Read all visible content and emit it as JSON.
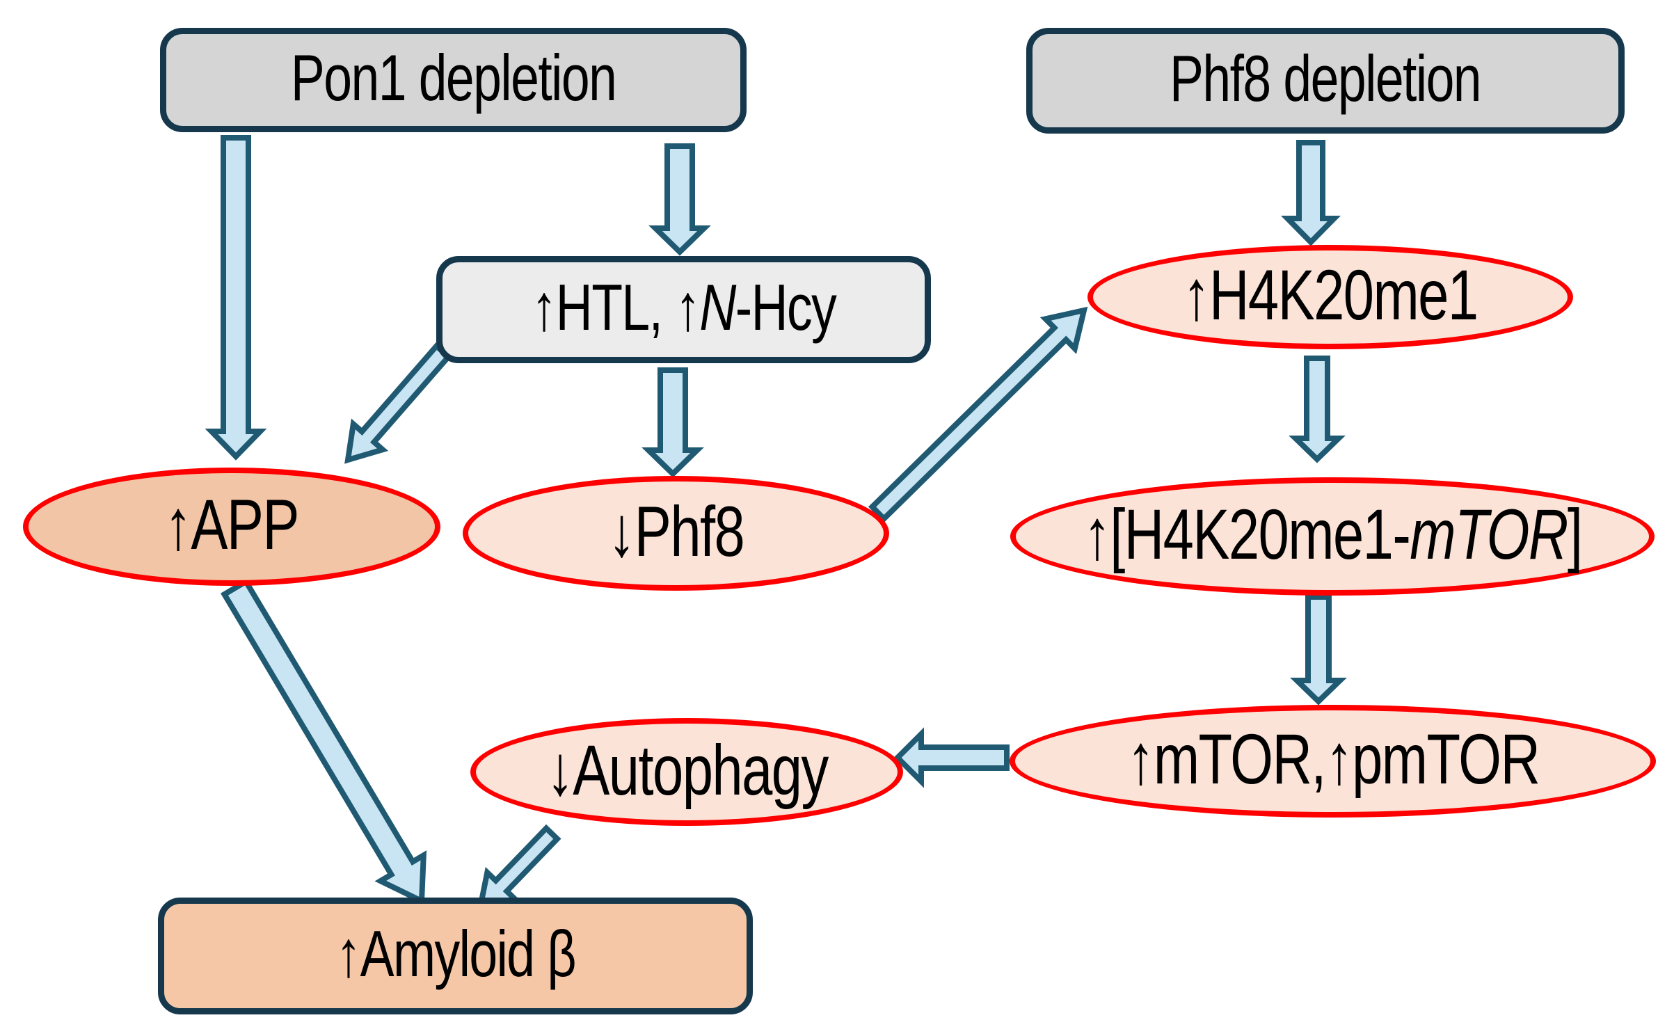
{
  "diagram": {
    "background": "#ffffff",
    "colors": {
      "box_border": "#16384d",
      "box_gray_fill": "#d5d5d5",
      "box_lightgray_fill": "#ececec",
      "ellipse_border": "#fe0000",
      "ellipse_light_fill": "#fbe3d7",
      "ellipse_salmon_fill": "#f2c5a6",
      "box_salmon_fill": "#f5c7a6",
      "arrow_fill": "#c9e5f3",
      "arrow_stroke": "#205a72",
      "text": "#000000"
    },
    "nodes": {
      "pon1": {
        "pre": "Pon1 depletion",
        "italic": "",
        "post": ""
      },
      "phf8dep": {
        "pre": "Phf8 depletion",
        "italic": "",
        "post": ""
      },
      "htl": {
        "pre": "↑HTL, ↑",
        "italic": "N",
        "post": "-Hcy"
      },
      "h4k20me1": {
        "pre": "↑H4K20me1",
        "italic": "",
        "post": ""
      },
      "app": {
        "pre": "↑APP",
        "italic": "",
        "post": ""
      },
      "phf8": {
        "pre": "↓Phf8",
        "italic": "",
        "post": ""
      },
      "complex": {
        "pre": "↑[H4K20me1-",
        "italic": "mTOR",
        "post": "]"
      },
      "autophagy": {
        "pre": "↓Autophagy",
        "italic": "",
        "post": ""
      },
      "mtor": {
        "pre": "↑mTOR,↑pmTOR",
        "italic": "",
        "post": ""
      },
      "amyloid": {
        "pre": "↑Amyloid β",
        "italic": "",
        "post": ""
      }
    },
    "arrows": [
      {
        "id": "pon1-app",
        "from": "pon1",
        "to": "app"
      },
      {
        "id": "pon1-htl",
        "from": "pon1",
        "to": "htl"
      },
      {
        "id": "htl-app",
        "from": "htl",
        "to": "app"
      },
      {
        "id": "htl-phf8",
        "from": "htl",
        "to": "phf8"
      },
      {
        "id": "phf8dep-h4k20me1",
        "from": "phf8dep",
        "to": "h4k20me1"
      },
      {
        "id": "phf8-h4k20me1",
        "from": "phf8",
        "to": "h4k20me1"
      },
      {
        "id": "h4k20me1-complex",
        "from": "h4k20me1",
        "to": "complex"
      },
      {
        "id": "complex-mtor",
        "from": "complex",
        "to": "mtor"
      },
      {
        "id": "mtor-autophagy",
        "from": "mtor",
        "to": "autophagy"
      },
      {
        "id": "autophagy-amyloid",
        "from": "autophagy",
        "to": "amyloid"
      },
      {
        "id": "app-amyloid",
        "from": "app",
        "to": "amyloid"
      }
    ]
  }
}
